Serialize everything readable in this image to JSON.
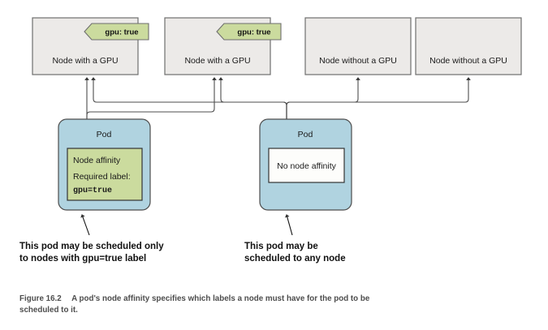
{
  "figure": {
    "label": "Figure 16.2",
    "caption_line1": "A pod's node affinity specifies which labels a node must have for the pod to be",
    "caption_line2": "scheduled to it."
  },
  "colors": {
    "node_fill": "#eceae8",
    "node_stroke": "#6e6e6e",
    "pod_fill": "#b0d3e0",
    "pod_stroke": "#4d4d4d",
    "affinity_fill": "#cbdb9e",
    "affinity_stroke": "#333333",
    "plain_fill": "#fdfdfb",
    "plain_stroke": "#333333",
    "tag_fill": "#cbdb9e",
    "tag_stroke": "#6e6e6e",
    "arrow_stroke": "#4d4d4d",
    "annot_text": "#111111",
    "caption_text": "#4d4d4d"
  },
  "nodes": [
    {
      "id": "node-gpu-1",
      "label": "Node with a GPU",
      "has_gpu": true,
      "tag": "gpu: true"
    },
    {
      "id": "node-gpu-2",
      "label": "Node with a GPU",
      "has_gpu": true,
      "tag": "gpu: true"
    },
    {
      "id": "node-nogpu-1",
      "label": "Node without a GPU",
      "has_gpu": false,
      "tag": null
    },
    {
      "id": "node-nogpu-2",
      "label": "Node without a GPU",
      "has_gpu": false,
      "tag": null
    }
  ],
  "pods": [
    {
      "id": "pod-affinity",
      "title": "Pod",
      "spec_line1": "Node affinity",
      "spec_line2": "Required label:",
      "spec_line3": "gpu=true",
      "annotation_line1": "This pod may be scheduled only",
      "annotation_line2": "to nodes with gpu=true label"
    },
    {
      "id": "pod-no-affinity",
      "title": "Pod",
      "spec_line1": "No node affinity",
      "annotation_line1": "This pod may be",
      "annotation_line2": "scheduled to any node"
    }
  ],
  "icons": {
    "tag_shape": "label-tag-icon",
    "arrow_head": "arrow-up-icon"
  }
}
